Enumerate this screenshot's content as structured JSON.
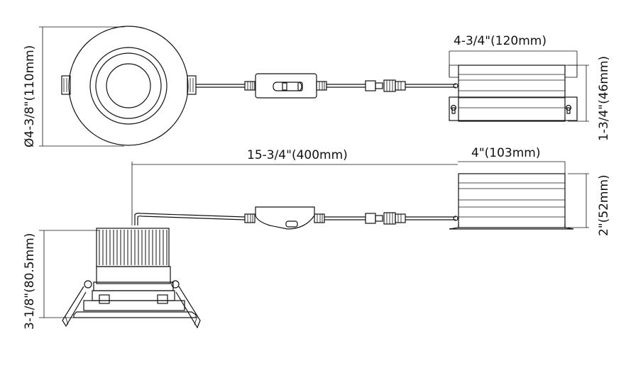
{
  "dimensions": {
    "diameter": "Ø4-3/8\"(110mm)",
    "driver_length_top": "4-3/4\"(120mm)",
    "driver_height_top": "1-3/4\"(46mm)",
    "cable_length": "15-3/4\"(400mm)",
    "driver_length_side": "4\"(103mm)",
    "driver_height_side": "2\"(52mm)",
    "fixture_height": "3-1/8\"(80.5mm)"
  },
  "colors": {
    "line": "#111111",
    "background": "#ffffff"
  }
}
